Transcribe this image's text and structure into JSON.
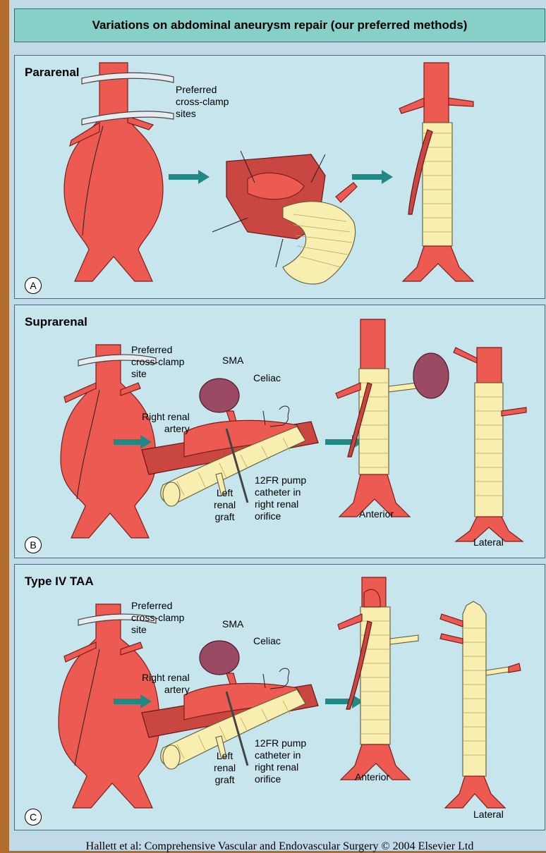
{
  "title": "Variations on abdominal aneurysm repair (our preferred methods)",
  "credit": "Hallett et al: Comprehensive Vascular and Endovascular Surgery © 2004 Elsevier Ltd",
  "colors": {
    "background": "#b06c2a",
    "panel": "#c7e5ed",
    "header": "#86d0c8",
    "aorta": "#ec5a52",
    "graft": "#f7eeb0",
    "kidney": "#9a4a63",
    "arrow": "#1f8a85"
  },
  "panels": [
    {
      "letter": "A",
      "title": "Pararenal",
      "clamp_label": "Preferred\ncross-clamp\nsites"
    },
    {
      "letter": "B",
      "title": "Suprarenal",
      "clamp_label": "Preferred\ncross-clamp\nsite",
      "sma": "SMA",
      "celiac": "Celiac",
      "right_renal": "Right renal\nartery",
      "left_renal_graft": "Left\nrenal\ngraft",
      "pump": "12FR pump\ncatheter in\nright renal\norifice",
      "anterior": "Anterior",
      "lateral": "Lateral"
    },
    {
      "letter": "C",
      "title": "Type IV TAA",
      "clamp_label": "Preferred\ncross-clamp\nsite",
      "sma": "SMA",
      "celiac": "Celiac",
      "right_renal": "Right renal\nartery",
      "left_renal_graft": "Left\nrenal\ngraft",
      "pump": "12FR pump\ncatheter in\nright renal\norifice",
      "anterior": "Anterior",
      "lateral": "Lateral"
    }
  ]
}
